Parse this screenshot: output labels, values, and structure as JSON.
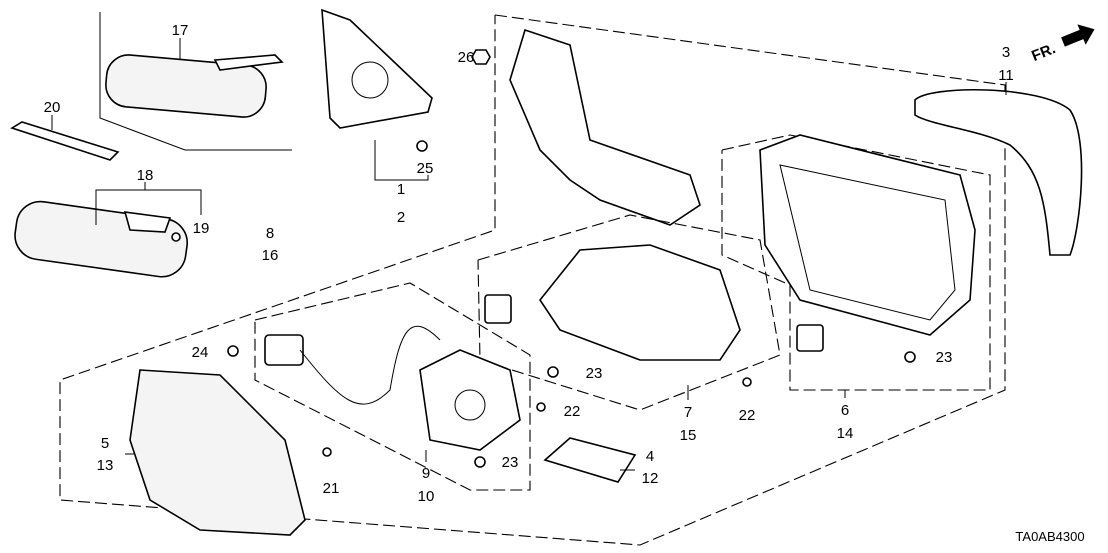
{
  "diagram": {
    "labels": {
      "p17": "17",
      "p20": "20",
      "p18": "18",
      "p19": "19",
      "p1": "1",
      "p2": "2",
      "p25": "25",
      "p26": "26",
      "p8": "8",
      "p16": "16",
      "p24": "24",
      "p5": "5",
      "p13": "13",
      "p21": "21",
      "p9": "9",
      "p10": "10",
      "p23": "23",
      "p22": "22",
      "p7": "7",
      "p15": "15",
      "p4": "4",
      "p12": "12",
      "p6": "6",
      "p14": "14",
      "p3": "3",
      "p11": "11"
    },
    "direction_label": "FR.",
    "diagram_code": "TA0AB4300"
  }
}
